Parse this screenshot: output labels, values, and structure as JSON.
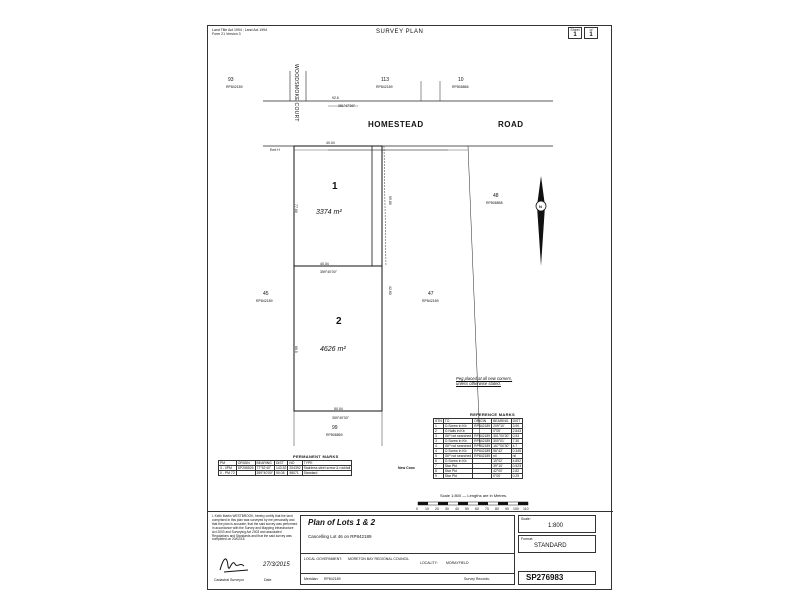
{
  "header": {
    "left_lines": [
      "Land Title Act 1994 ; Land Act 1994",
      "Form 21 Version 3"
    ],
    "title": "SURVEY PLAN",
    "sheet_label": "Sheet",
    "sheet_no": "1",
    "of_label": "of",
    "sheet_total": "1"
  },
  "roads": {
    "court": "WOODSMOKE COURT",
    "road_a": "HOMESTEAD",
    "road_b": "ROAD"
  },
  "adjoining": {
    "l93": "93",
    "l93_rp": "RP842189",
    "l113": "113",
    "l113_rp": "RP842189",
    "l10": "10",
    "l10_rp": "RP808866",
    "l48": "48",
    "l48_rp": "RP808858",
    "l45": "45",
    "l45_rp": "RP842189",
    "l47": "47",
    "l47_rp": "RP842189",
    "l99": "99",
    "l99_rp": "RP808869"
  },
  "lots": {
    "lot1": "1",
    "lot1_area": "3374 m²",
    "lot2": "2",
    "lot2_area": "4626 m²"
  },
  "dims": {
    "d1": "92.6",
    "d2": "40.04",
    "d3": "40.04",
    "d4": "50.04",
    "b1": "351°47'00\"",
    "b2": "359°40'00\"",
    "b3": "359°40'00\"",
    "side1": "77.00",
    "side2": "66.5",
    "side3": "59.80",
    "side4": "42.60",
    "easement": "Emt H"
  },
  "notes": {
    "peg_note": [
      "Peg placed at all new corners,",
      "unless otherwise stated."
    ]
  },
  "permanent_marks": {
    "heading": "PERMANENT MARKS",
    "columns": [
      "PM",
      "ORIGIN",
      "BEARING",
      "DIST",
      "NO",
      "TYPE"
    ],
    "rows": [
      [
        "3 - 0PM",
        "SP255526",
        "77°52'40\"",
        "143.52",
        "204392",
        "Stainless steel screw & rockfall"
      ],
      [
        "0 - PM 72",
        "",
        "359°40'00\"",
        "90.08",
        "98071",
        "Standard"
      ]
    ],
    "extra": "New Conc"
  },
  "reference_marks": {
    "heading": "REFERENCE MARKS",
    "columns": [
      "STN",
      "TO",
      "ORIGIN",
      "BEARING",
      "DIST"
    ],
    "rows": [
      [
        "1",
        "O.Screw in Kb",
        "RP842189",
        "209°10'",
        "3.90"
      ],
      [
        "2",
        "O.Nails in Kb",
        "",
        "0°00'",
        "2.843"
      ],
      [
        "3",
        "GIP not searched",
        "RP842189",
        "301°00'30\"",
        "0.53"
      ],
      [
        "3",
        "O.Screw in Kb",
        "RP842189",
        "300°01'",
        "7.30"
      ],
      [
        "4",
        "GIP not searched",
        "RP842189",
        "167°00'30\"",
        "4.7"
      ],
      [
        "4",
        "O.Screw in Kb",
        "RP842189",
        "96°42'",
        "0.345"
      ],
      [
        "5",
        "GIP not searched",
        "RP842189",
        "nil",
        "nil"
      ],
      [
        "6",
        "O.Screw in Kb",
        "",
        "15°02'",
        "4.892"
      ],
      [
        "7",
        "Star Pkt",
        "",
        "39°10'",
        "0.523"
      ],
      [
        "8",
        "Star Pkt",
        "",
        "42°00'",
        "2.82"
      ],
      [
        "9",
        "Star Pkt",
        "",
        "0°00'",
        "0.29"
      ]
    ]
  },
  "scale": {
    "label": "Scale 1:800 — Lengths are in Metres.",
    "ticks": [
      "0",
      "10",
      "20",
      "30",
      "40",
      "50",
      "60",
      "70",
      "80",
      "90",
      "100",
      "110"
    ]
  },
  "title_block": {
    "certificate": "I, Keith Martin WESTBROOK, hereby certify that the land comprised in this plan was surveyed by me personally and that the plan is accurate, that the said survey was performed in accordance with the Survey and Mapping Infrastructure Act 2003 and Surveying Act 2003 and associated Regulations and Standards and that the said survey was completed on 20/02/15.",
    "date": "27/3/2015",
    "surveyor_label": "Cadastral Surveyor",
    "date_label": "Date",
    "plan_title": "Plan of Lots 1 & 2",
    "cancelling": "Cancelling Lot 46 on RP842189",
    "local_gov_label": "LOCAL GOVERNMENT:",
    "local_gov": "MORETON BAY REGIONAL COUNCIL",
    "locality_label": "LOCALITY:",
    "locality": "MORAYFIELD",
    "meridian_label": "Meridian:",
    "meridian": "RP842189",
    "survey_records_label": "Survey Records:",
    "scale_label": "Scale:",
    "scale_value": "1:800",
    "format_label": "Format:",
    "format_value": "STANDARD",
    "plan_number": "SP276983"
  },
  "colors": {
    "ink": "#111111",
    "paper": "#ffffff",
    "frame": "#333333"
  }
}
